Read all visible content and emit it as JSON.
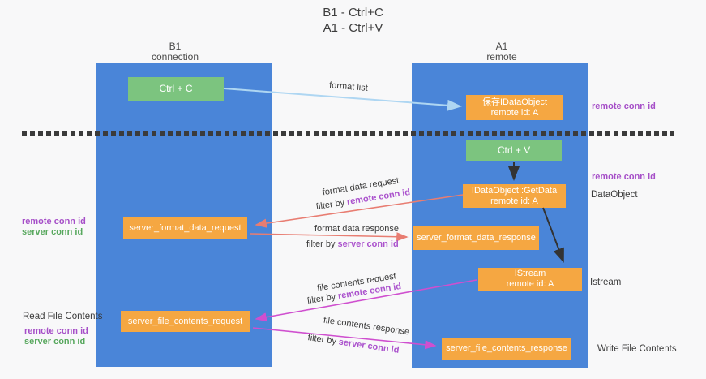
{
  "title": {
    "line1": "B1 - Ctrl+C",
    "line2": "A1 - Ctrl+V"
  },
  "lanes": {
    "left": {
      "name": "B1",
      "role": "connection"
    },
    "right": {
      "name": "A1",
      "role": "remote"
    }
  },
  "nodes": {
    "ctrl_c": {
      "label": "Ctrl + C"
    },
    "save_obj": {
      "line1": "保存IDataObject",
      "line2": "remote id: A"
    },
    "ctrl_v": {
      "label": "Ctrl + V"
    },
    "getdata": {
      "line1": "IDataObject::GetData",
      "line2": "remote id: A"
    },
    "istream": {
      "line1": "IStream",
      "line2": "remote id: A"
    },
    "fmt_req": {
      "label": "server_format_data_request"
    },
    "fmt_res": {
      "label": "server_format_data_response"
    },
    "file_req": {
      "label": "server_file_contents_request"
    },
    "file_res": {
      "label": "server_file_contents_response"
    }
  },
  "flows": {
    "format_list": {
      "label": "format list"
    },
    "fmt_req": {
      "line1": "format data request",
      "prefix": "filter by",
      "key": "remote conn id"
    },
    "fmt_res": {
      "line1": "format data response",
      "prefix": "filter by",
      "key": "server conn id"
    },
    "file_req": {
      "line1": "file contents request",
      "prefix": "filter by",
      "key": "remote conn id"
    },
    "file_res": {
      "line1": "file contents response",
      "prefix": "filter by",
      "key": "server conn id"
    }
  },
  "side": {
    "right_remote_top": "remote conn id",
    "right_remote_mid": "remote conn id",
    "dataobject": "DataObject",
    "istream": "Istream",
    "write_file": "Write File Contents",
    "left_fmt_remote": "remote conn id",
    "left_fmt_server": "server conn id",
    "read_file": "Read File Contents",
    "left_file_remote": "remote conn id",
    "left_file_server": "server conn id"
  },
  "colors": {
    "lane_blue": "#4a85d8",
    "node_green": "#7cc47f",
    "node_orange": "#f5a742",
    "remote_purple": "#a64fc8",
    "server_green": "#58a85e",
    "flow_key_purple": "#ab53cd",
    "arrow_salmon": "#e87d72",
    "arrow_magenta": "#cf4fcf",
    "arrow_lightblue": "#aed6f2",
    "arrow_black": "#333333",
    "divider_dark": "#3b3b3b"
  }
}
